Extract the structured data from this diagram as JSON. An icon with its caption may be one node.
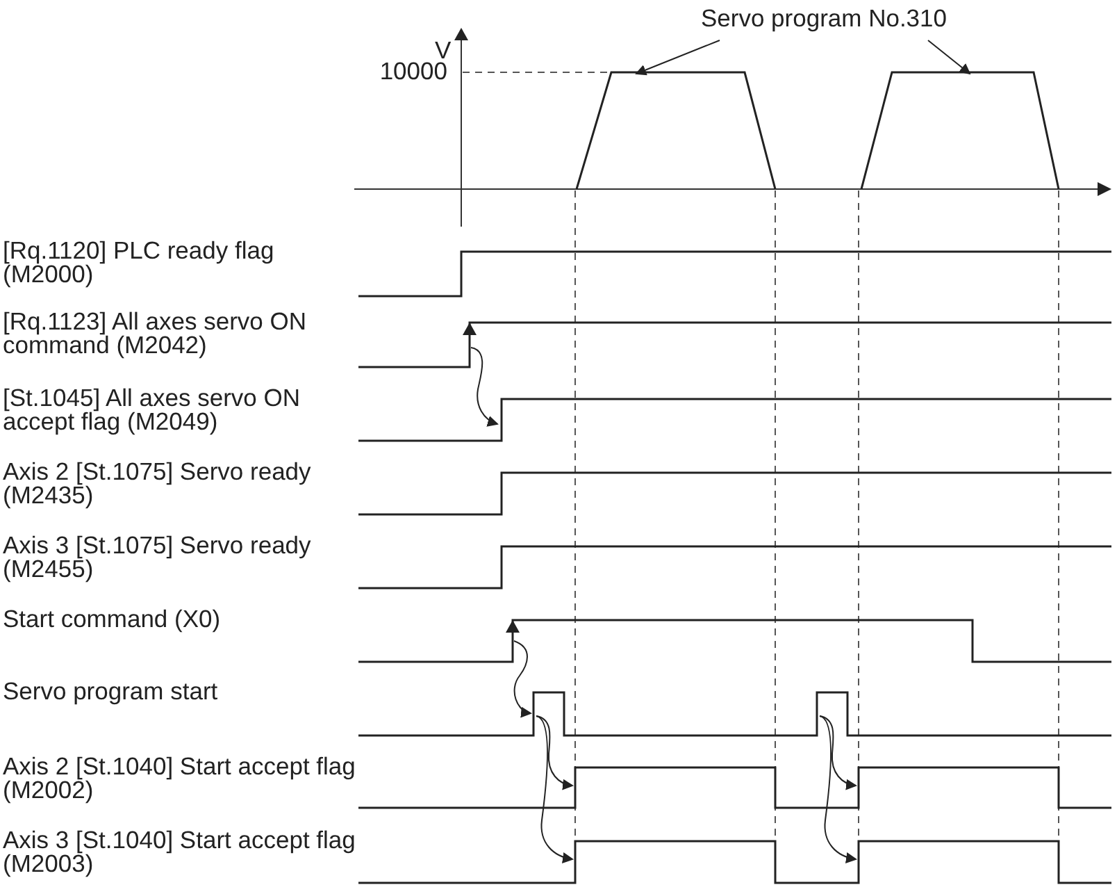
{
  "diagram": {
    "nodes": [
      {
        "text": [
          "Servo program No.310"
        ]
      },
      {
        "text": [],
        "shape": "trapezoid"
      },
      {
        "text": [],
        "shape": "trapezoid"
      }
    ],
    "edges": [
      {
        "from": 0,
        "to": 1,
        "arrow": "to"
      },
      {
        "from": 0,
        "to": 2,
        "arrow": "to"
      }
    ],
    "labels": [
      "V",
      "10000",
      "[Rq.1120] PLC ready flag (M2000)",
      "[Rq.1123] All axes servo ON command (M2042)",
      "[St.1045] All axes servo ON accept flag (M2049)",
      "Axis 2 [St.1075] Servo ready (M2435)",
      "Axis 3 [St.1075] Servo ready (M2455)",
      "Start command (X0)",
      "Servo program start",
      "Axis 2 [St.1040] Start accept flag (M2002)",
      "Axis 3 [St.1040] Start accept flag (M2003)"
    ]
  }
}
